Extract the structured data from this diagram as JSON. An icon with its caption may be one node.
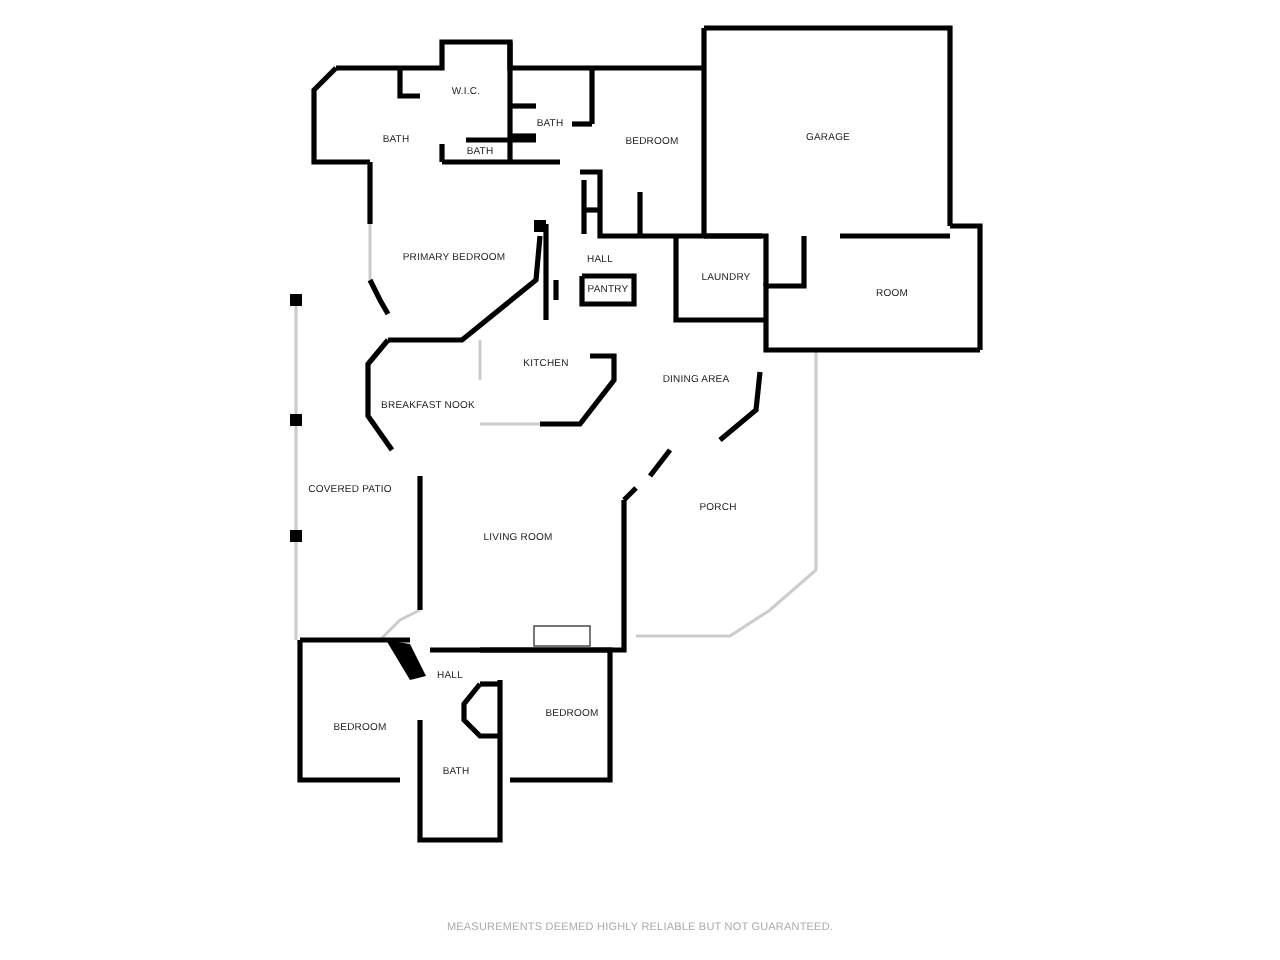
{
  "diagram": {
    "labels": [
      "W.I.C.",
      "BATH",
      "BATH",
      "BATH",
      "BEDROOM",
      "GARAGE",
      "PRIMARY BEDROOM",
      "HALL",
      "PANTRY",
      "LAUNDRY",
      "ROOM",
      "KITCHEN",
      "BREAKFAST NOOK",
      "DINING AREA",
      "COVERED PATIO",
      "PORCH",
      "LIVING ROOM",
      "HALL",
      "BEDROOM",
      "BEDROOM",
      "BATH",
      "MEASUREMENTS DEEMED HIGHLY RELIABLE BUT NOT GUARANTEED."
    ]
  }
}
